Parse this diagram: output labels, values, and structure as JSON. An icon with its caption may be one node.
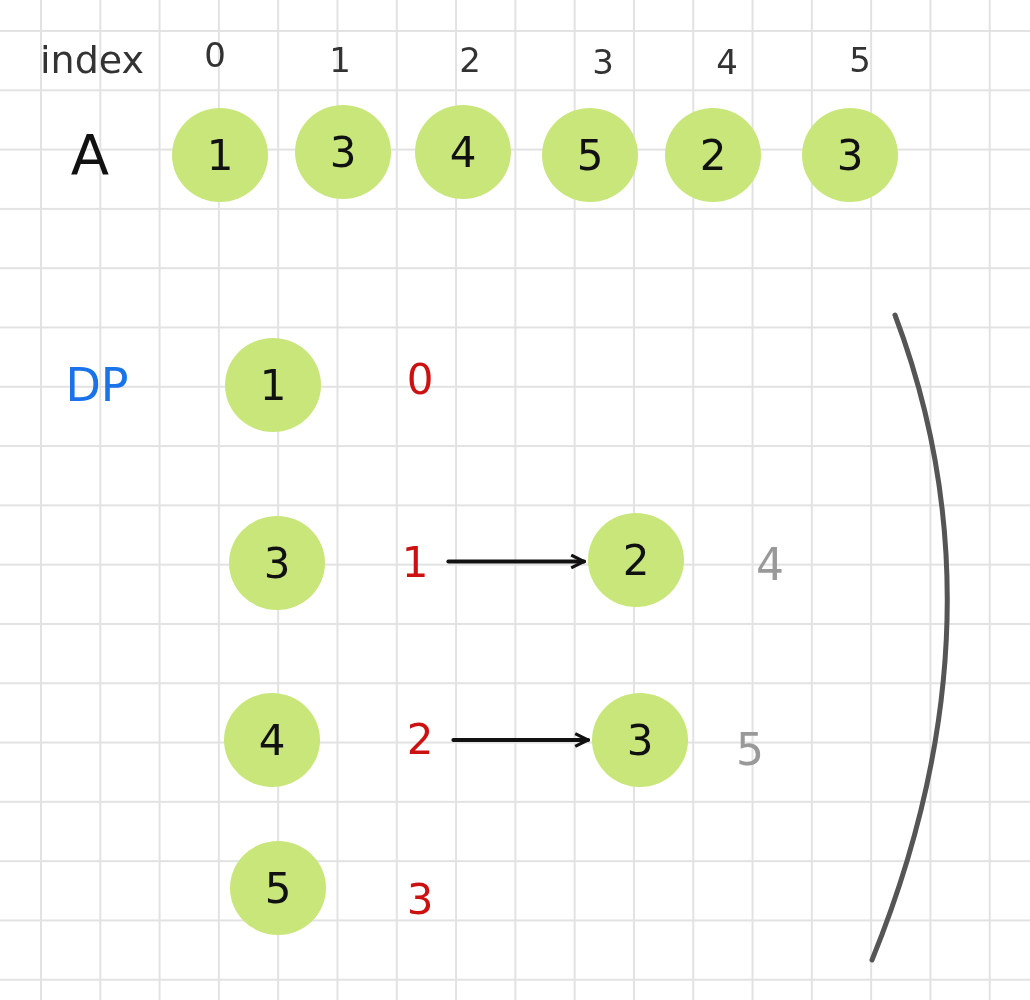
{
  "diagram": {
    "nodes": [
      {
        "text": [
          "1"
        ]
      },
      {
        "text": [
          "3"
        ]
      },
      {
        "text": [
          "4"
        ]
      },
      {
        "text": [
          "5"
        ]
      },
      {
        "text": [
          "2"
        ]
      },
      {
        "text": [
          "3"
        ]
      },
      {
        "text": [
          "1"
        ]
      },
      {
        "text": [
          "3"
        ]
      },
      {
        "text": [
          "1"
        ]
      },
      {
        "text": [
          "2"
        ]
      },
      {
        "text": [
          "4"
        ]
      },
      {
        "text": [
          "2"
        ]
      },
      {
        "text": [
          "3"
        ]
      },
      {
        "text": [
          "5"
        ]
      }
    ],
    "edges": [
      {
        "from": 8,
        "to": 9,
        "arrow": "to"
      },
      {
        "from": 11,
        "to": 12,
        "arrow": "to"
      }
    ],
    "labels": [
      "index",
      "0",
      "1",
      "2",
      "3",
      "4",
      "5",
      "A",
      "DP",
      "0",
      "4",
      "5",
      "3"
    ]
  }
}
